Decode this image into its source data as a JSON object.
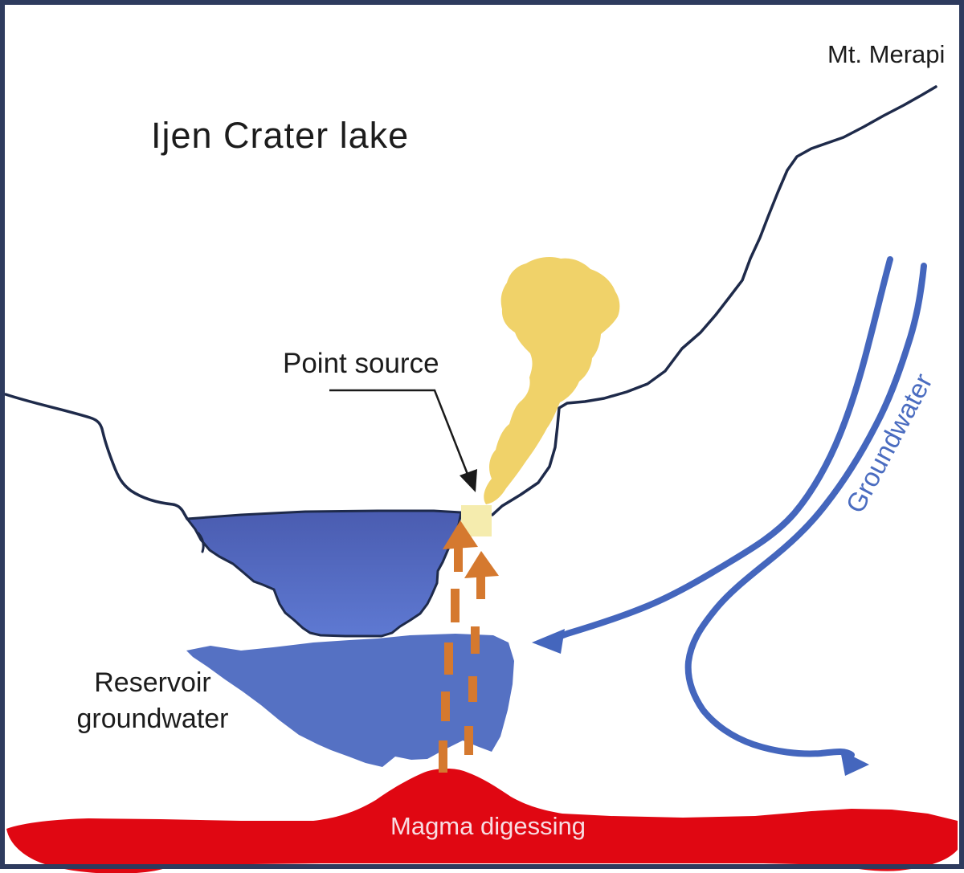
{
  "diagram": {
    "title": "Ijen Crater lake",
    "labels": {
      "mountain": "Mt. Merapi",
      "point_source": "Point source",
      "reservoir_line1": "Reservoir",
      "reservoir_line2": "groundwater",
      "groundwater": "Groundwater",
      "magma": "Magma digessing"
    }
  },
  "colors": {
    "border": "#2e3b5e",
    "terrain_line": "#1e2a4a",
    "lake_top": "#4a5cb0",
    "lake_bottom": "#5e79d2",
    "reservoir_blue": "#5571c3",
    "flow_blue": "#4466bd",
    "plume_yellow": "#f0d269",
    "point_source_yellow": "#f5ecae",
    "vent_orange": "#d5792f",
    "magma_red": "#e00712",
    "leader_black": "#1a1a1a",
    "groundwater_text": "#4a6cc0",
    "magma_text": "#f8dce2"
  }
}
